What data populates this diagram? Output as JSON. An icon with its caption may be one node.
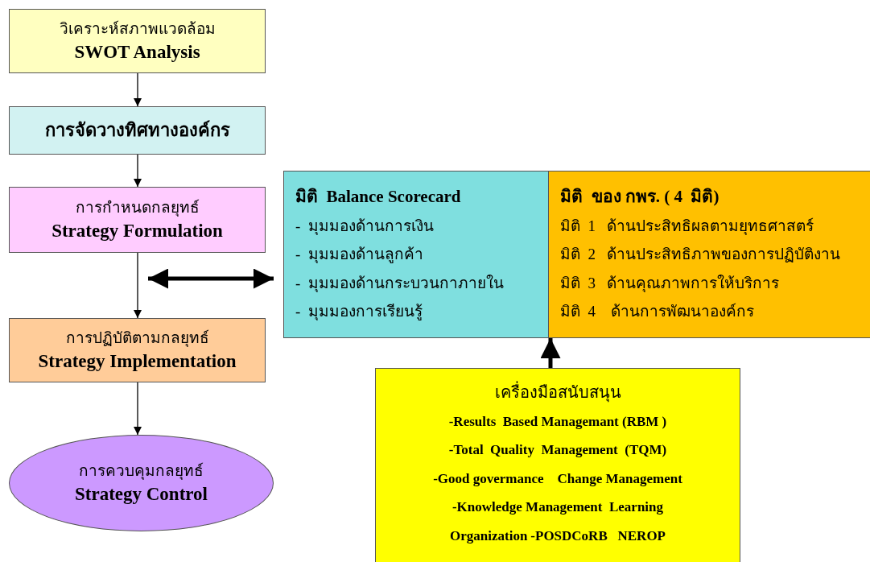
{
  "diagram": {
    "nodes": [
      {
        "text": [
          "วิเคราะห์สภาพแวดล้อม",
          "SWOT Analysis"
        ]
      },
      {
        "text": [
          "การจัดวางทิศทางองค์กร"
        ]
      },
      {
        "text": [
          "การกำหนดกลยุทธ์",
          "Strategy Formulation"
        ]
      },
      {
        "text": [
          "การปฏิบัติตามกลยุทธ์",
          "Strategy Implementation"
        ]
      },
      {
        "text": [
          "การควบคุมกลยุทธ์",
          "Strategy Control"
        ]
      },
      {
        "text": [
          "มิติ  Balance Scorecard",
          "-  มุมมองด้านการเงิน",
          "-  มุมมองด้านลูกค้า",
          "-  มุมมองด้านกระบวนกาภายใน",
          "-  มุมมองการเรียนรู้"
        ]
      },
      {
        "text": [
          "มิติ  ของ กพร. ( 4  มิติ)",
          "มิติ  1   ด้านประสิทธิผลตามยุทธศาสตร์",
          "มิติ  2   ด้านประสิทธิภาพของการปฏิบัติงาน",
          "มิติ  3   ด้านคุณภาพการให้บริการ",
          "มิติ  4    ด้านการพัฒนาองค์กร"
        ]
      },
      {
        "text": [
          "เครื่องมือสนับสนุน",
          "-Results  Based Managemant (RBM )",
          "-Total  Quality  Management  (TQM)",
          "-Good govermance    Change Management",
          "-Knowledge Management  Learning Organization",
          "-POSDCoRB   NEROP"
        ]
      }
    ],
    "edges": [
      {
        "from": 0,
        "to": 1,
        "arrow": "to"
      },
      {
        "from": 1,
        "to": 2,
        "arrow": "to"
      },
      {
        "from": 2,
        "to": 3,
        "arrow": "to"
      },
      {
        "from": 3,
        "to": 4,
        "arrow": "to"
      },
      {
        "from": 2,
        "to": 5,
        "arrow": "both",
        "style": "thick"
      },
      {
        "from": 7,
        "to": 5,
        "arrow": "to",
        "style": "thick"
      }
    ]
  }
}
